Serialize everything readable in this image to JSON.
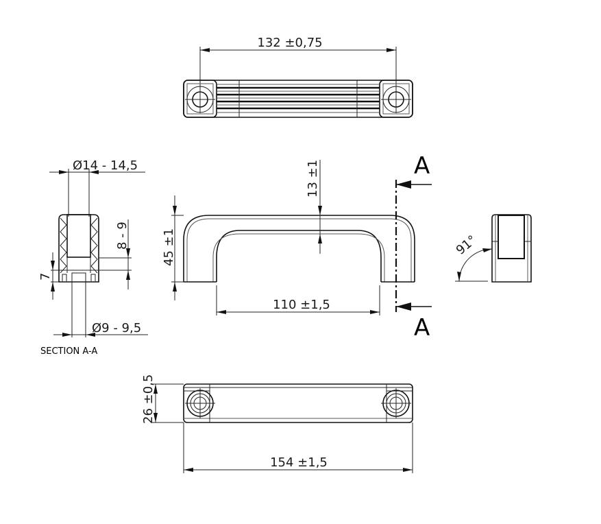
{
  "drawing": {
    "type": "technical-drawing",
    "subject": "U-shaped pull handle",
    "views": {
      "top": {
        "dimension_label": "132 ±0,75"
      },
      "section": {
        "caption": "SECTION A-A",
        "dimensions": {
          "outer_diameter": "Ø14 - 14,5",
          "inner_diameter": "Ø9 - 9,5",
          "depth": "8 - 9",
          "base_height": "7"
        }
      },
      "front": {
        "height_label": "45 ±1",
        "thickness_label": "13 ±1",
        "inner_width_label": "110 ±1,5",
        "section_marker_top": "A",
        "section_marker_bottom": "A"
      },
      "side": {
        "angle_label": "91°"
      },
      "bottom": {
        "width_label": "26 ±0,5",
        "length_label": "154 ±1,5"
      }
    }
  }
}
